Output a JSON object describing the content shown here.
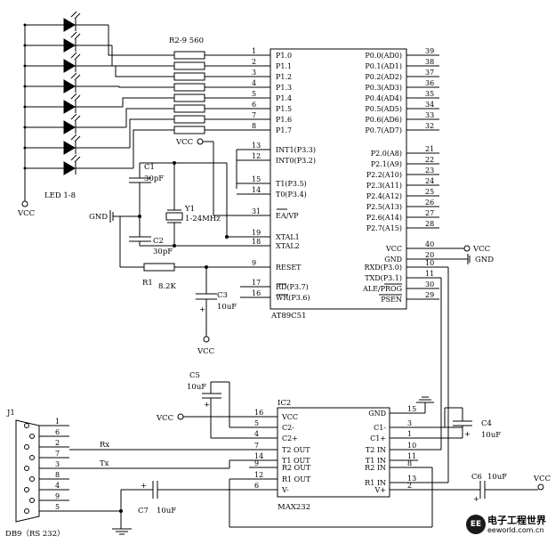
{
  "mcu": {
    "part": "AT89C51",
    "left_pins": [
      {
        "num": "1",
        "name": "P1.0"
      },
      {
        "num": "2",
        "name": "P1.1"
      },
      {
        "num": "3",
        "name": "P1.2"
      },
      {
        "num": "4",
        "name": "P1.3"
      },
      {
        "num": "5",
        "name": "P1.4"
      },
      {
        "num": "6",
        "name": "P1.5"
      },
      {
        "num": "7",
        "name": "P1.6"
      },
      {
        "num": "8",
        "name": "P1.7"
      },
      {
        "num": "13",
        "name": "INT1(P3.3)"
      },
      {
        "num": "12",
        "name": "INT0(P3.2)"
      },
      {
        "num": "15",
        "name": "T1(P3.5)"
      },
      {
        "num": "14",
        "name": "T0(P3.4)"
      },
      {
        "num": "31",
        "name": "EA/VP"
      },
      {
        "num": "19",
        "name": "XTAL1"
      },
      {
        "num": "18",
        "name": "XTAL2"
      },
      {
        "num": "9",
        "name": "RESET"
      },
      {
        "num": "17",
        "name": "RD(P3.7)"
      },
      {
        "num": "16",
        "name": "WR(P3.6)"
      }
    ],
    "right_pins": [
      {
        "num": "39",
        "name": "P0.0(AD0)"
      },
      {
        "num": "38",
        "name": "P0.1(AD1)"
      },
      {
        "num": "37",
        "name": "P0.2(AD2)"
      },
      {
        "num": "36",
        "name": "P0.3(AD3)"
      },
      {
        "num": "35",
        "name": "P0.4(AD4)"
      },
      {
        "num": "34",
        "name": "P0.5(AD5)"
      },
      {
        "num": "33",
        "name": "P0.6(AD6)"
      },
      {
        "num": "32",
        "name": "P0.7(AD7)"
      },
      {
        "num": "21",
        "name": "P2.0(A8)"
      },
      {
        "num": "22",
        "name": "P2.1(A9)"
      },
      {
        "num": "23",
        "name": "P2.2(A10)"
      },
      {
        "num": "24",
        "name": "P2.3(A11)"
      },
      {
        "num": "25",
        "name": "P2.4(A12)"
      },
      {
        "num": "26",
        "name": "P2.5(A13)"
      },
      {
        "num": "27",
        "name": "P2.6(A14)"
      },
      {
        "num": "28",
        "name": "P2.7(A15)"
      },
      {
        "num": "40",
        "name": "VCC"
      },
      {
        "num": "20",
        "name": "GND"
      },
      {
        "num": "10",
        "name": "RXD(P3.0)"
      },
      {
        "num": "11",
        "name": "TXD(P3.1)"
      },
      {
        "num": "30",
        "name": "ALE/PROG"
      },
      {
        "num": "29",
        "name": "PSEN"
      }
    ]
  },
  "max232": {
    "ref": "IC2",
    "part": "MAX232",
    "left_pins": [
      {
        "num": "16",
        "name": "VCC"
      },
      {
        "num": "5",
        "name": "C2-"
      },
      {
        "num": "4",
        "name": "C2+"
      },
      {
        "num": "7",
        "name": "T2 OUT"
      },
      {
        "num": "14",
        "name": "T1 OUT"
      },
      {
        "num": "9",
        "name": "R2 OUT"
      },
      {
        "num": "12",
        "name": "R1 OUT"
      },
      {
        "num": "6",
        "name": "V-"
      }
    ],
    "right_pins": [
      {
        "num": "15",
        "name": "GND"
      },
      {
        "num": "3",
        "name": "C1-"
      },
      {
        "num": "1",
        "name": "C1+"
      },
      {
        "num": "10",
        "name": "T2 IN"
      },
      {
        "num": "11",
        "name": "T1 IN"
      },
      {
        "num": "8",
        "name": "R2 IN"
      },
      {
        "num": "13",
        "name": "R1 IN"
      },
      {
        "num": "2",
        "name": "V+"
      }
    ]
  },
  "db9": {
    "ref": "J1",
    "label": "DB9（RS 232）",
    "pins": [
      "1",
      "6",
      "2",
      "7",
      "3",
      "8",
      "4",
      "9",
      "5"
    ]
  },
  "labels": {
    "led_group": "LED 1-8",
    "res_array": "R2-9  560",
    "r1_ref": "R1",
    "r1_val": "8.2K",
    "c1_ref": "C1",
    "c1_val": "30pF",
    "c2_ref": "C2",
    "c2_val": "30pF",
    "c3_ref": "C3",
    "c3_val": "10uF",
    "c4_ref": "C4",
    "c4_val": "10uF",
    "c5_ref": "C5",
    "c5_val": "10uF",
    "c6_ref": "C6",
    "c6_val": "10uF",
    "c7_ref": "C7",
    "c7_val": "10uF",
    "xtal_ref": "Y1",
    "xtal_val": "1-24MHz",
    "rx": "Rx",
    "tx": "Tx",
    "plus": "+"
  },
  "nets": {
    "vcc": "VCC",
    "gnd": "GND"
  },
  "watermark": {
    "logo": "EE",
    "title": "电子工程世界",
    "url": "eeworld.com.cn"
  }
}
